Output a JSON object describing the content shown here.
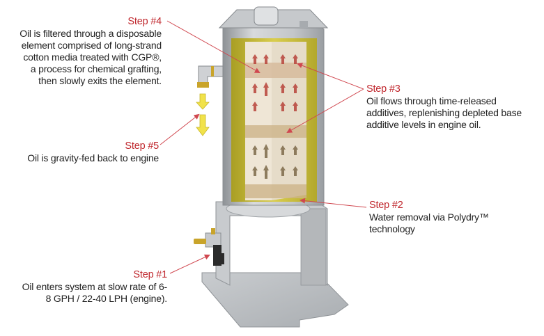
{
  "diagram": {
    "colors": {
      "step_title": "#c0272d",
      "body_text": "#222222",
      "leader_line": "#d0474f",
      "oil_yellow": "#c9bd3a",
      "media_beige": "#efe6d6",
      "flow_arrow_red": "#b8433a",
      "housing_gray": "#b9bcbf",
      "return_arrow_yellow": "#f1e24a"
    },
    "steps": [
      {
        "id": "step1",
        "title": "Step #1",
        "body": "Oil enters system at slow rate of 6-\n8 GPH / 22-40 LPH (engine)."
      },
      {
        "id": "step2",
        "title": "Step #2",
        "body": "Water removal via Polydry™\ntechnology"
      },
      {
        "id": "step3",
        "title": "Step #3",
        "body": "Oil flows through time-released\nadditives, replenishing depleted base\nadditive levels in engine oil."
      },
      {
        "id": "step4",
        "title": "Step #4",
        "body": "Oil is filtered through a disposable\nelement comprised of long-strand\ncotton media treated with CGP®,\na process for chemical grafting,\nthen slowly exits the element."
      },
      {
        "id": "step5",
        "title": "Step #5",
        "body": "Oil is gravity-fed back to engine"
      }
    ],
    "illustration": {
      "subject": "bypass-oil-filter-cutaway",
      "parts": [
        "housing-lid",
        "filter-canister",
        "outlet-elbow-fitting",
        "return-flow-arrows",
        "filter-element-media",
        "mounting-bracket",
        "inlet-valve-fitting"
      ]
    }
  }
}
